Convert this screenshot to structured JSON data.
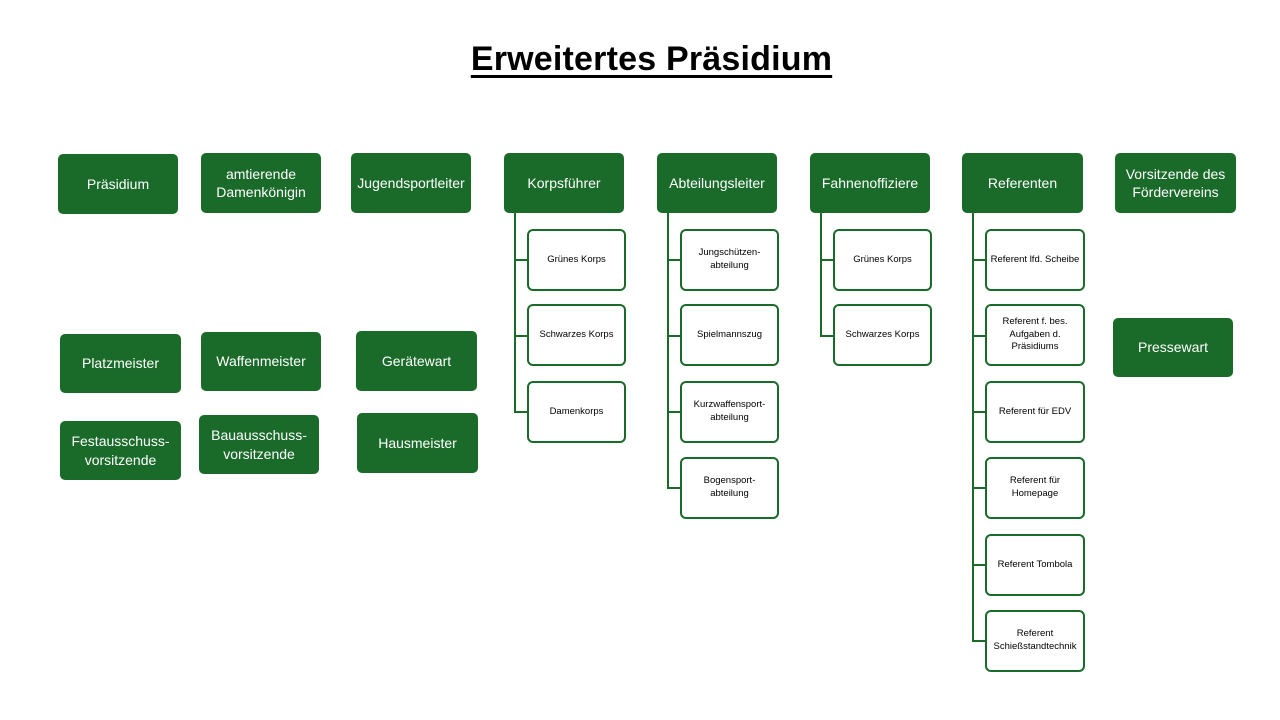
{
  "title": "Erweitertes Präsidium",
  "colors": {
    "box_fill": "#1a6b2a",
    "connector": "#1a6b2a",
    "sub_border": "#1a6b2a"
  },
  "top_boxes": [
    "Präsidium",
    "amtierende\nDamenkönigin",
    "Jugendsportleiter",
    "Korpsführer",
    "Abteilungsleiter",
    "Fahnenoffiziere",
    "Referenten",
    "Vorsitzende des\nFördervereins"
  ],
  "korpsfuehrer_children": [
    "Grünes Korps",
    "Schwarzes Korps",
    "Damenkorps"
  ],
  "abteilungsleiter_children": [
    "Jungschützen-\nabteilung",
    "Spielmannszug",
    "Kurzwaffensport-\nabteilung",
    "Bogensport-\nabteilung"
  ],
  "fahnenoffiziere_children": [
    "Grünes Korps",
    "Schwarzes Korps"
  ],
  "referenten_children": [
    "Referent lfd. Scheibe",
    "Referent f. bes.\nAufgaben d.\nPräsidiums",
    "Referent für EDV",
    "Referent für\nHomepage",
    "Referent Tombola",
    "Referent\nSchießstandtechnik"
  ],
  "other_roles": {
    "platzmeister": "Platzmeister",
    "waffenmeister": "Waffenmeister",
    "geraetewart": "Gerätewart",
    "festausschuss": "Festausschuss-\nvorsitzende",
    "bauausschuss": "Bauausschuss-\nvorsitzende",
    "hausmeister": "Hausmeister",
    "pressewart": "Pressewart"
  }
}
